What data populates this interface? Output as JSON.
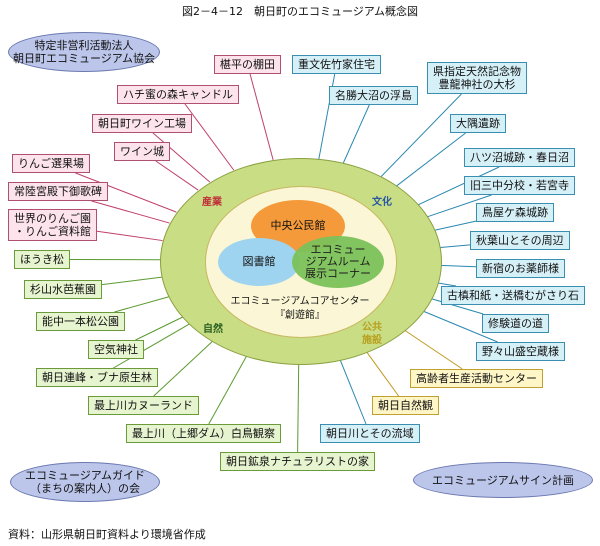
{
  "title": "図2－4－12　朝日町のエコミュージアム概念図",
  "center": {
    "chuo": "中央公民館",
    "tosho": "図書館",
    "eco_line1": "エコミュー",
    "eco_line2": "ジアムルーム",
    "eco_line3": "展示コーナー",
    "core_line1": "エコミュージアムコアセンター",
    "core_line2": "『創遊館』"
  },
  "categories": {
    "sangyo": "産業",
    "bunka": "文化",
    "shizen": "自然",
    "kokyo_line1": "公共",
    "kokyo_line2": "施設"
  },
  "ovals": {
    "npo_line1": "特定非営利活動法人",
    "npo_line2": "朝日町エコミュージアム協会",
    "guide_line1": "エコミュージアムガイド",
    "guide_line2": "（まちの案内人）の会",
    "sign": "エコミュージアムサイン計画"
  },
  "nodes": {
    "n1": "椹平の棚田",
    "n2": "重文佐竹家住宅",
    "n3a": "県指定天然記念物",
    "n3b": "豊龍神社の大杉",
    "n4": "ハチ蜜の森キャンドル",
    "n5": "名勝大沼の浮島",
    "n6": "朝日町ワイン工場",
    "n7": "大隅遺跡",
    "n8": "ワイン城",
    "n9": "八ツ沼城跡・春日沼",
    "n10": "りんご選果場",
    "n11": "旧三中分校・若宮寺",
    "n12": "常陸宮殿下御歌碑",
    "n13": "鳥屋ケ森城跡",
    "n14a": "世界のりんご園",
    "n14b": "・りんご資料館",
    "n15": "秋葉山とその周辺",
    "n16": "ほうき松",
    "n17": "新宿のお薬師様",
    "n18": "杉山水芭蕉園",
    "n19": "古槙和紙・送橋むがさり石",
    "n20": "能中一本松公園",
    "n21": "修験道の道",
    "n22": "空気神社",
    "n23": "野々山盛空蔵様",
    "n24": "朝日連峰・ブナ原生林",
    "n25": "高齢者生産活動センター",
    "n26": "最上川カヌーランド",
    "n27": "朝日自然観",
    "n28": "最上川（上郷ダム）白鳥観察",
    "n29": "朝日川とその流域",
    "n30": "朝日鉱泉ナチュラリストの家"
  },
  "source": "資料：山形県朝日町資料より環境省作成",
  "colors": {
    "pink": "#fde4ec",
    "blue": "#d6f0f8",
    "green": "#e6f4cf",
    "yellow": "#fff6c8",
    "outer": "#c8dd84",
    "chuo": "#f59a3a",
    "tosho": "#9fd4f0",
    "eco": "#7cc25a",
    "oval": "#bcc6ea",
    "sangyo": "#c0303a",
    "bunka": "#2a58a0"
  }
}
